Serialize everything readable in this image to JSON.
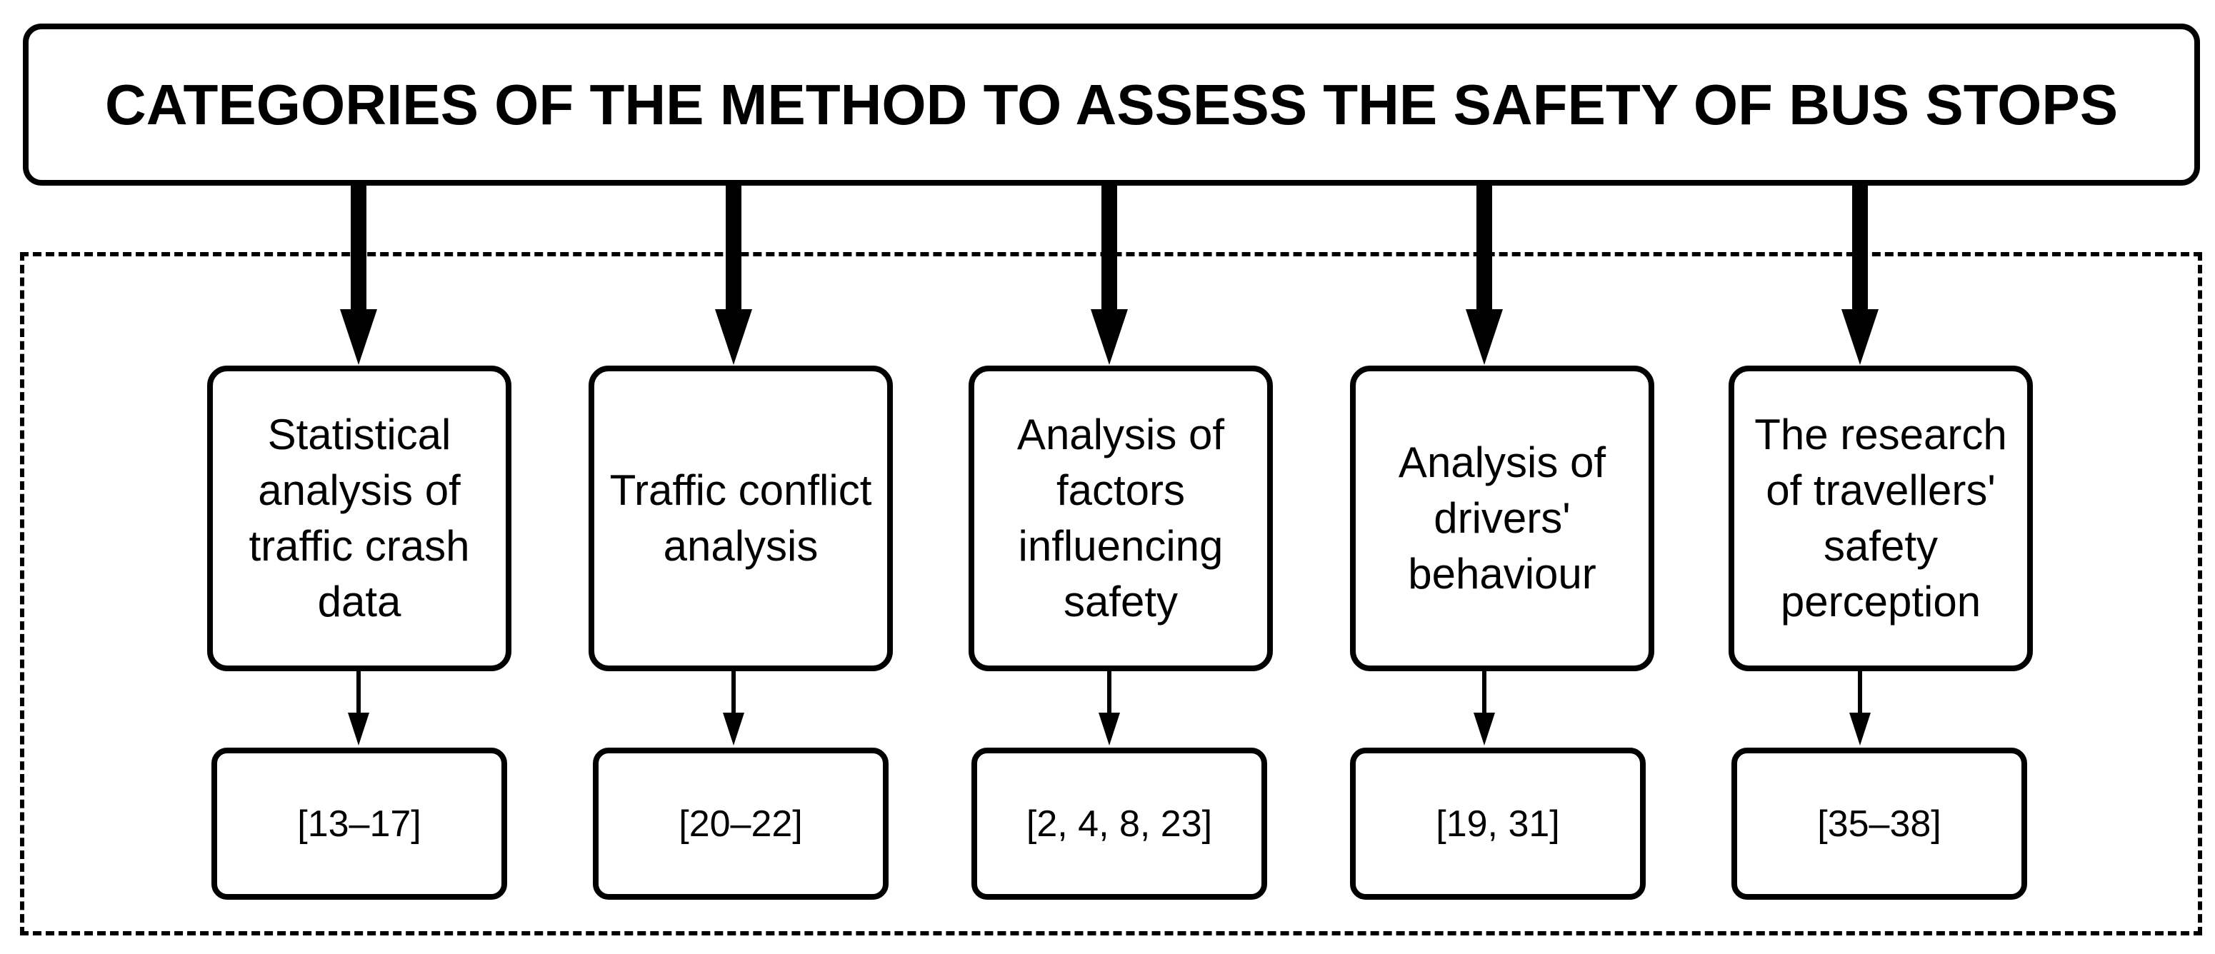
{
  "diagram": {
    "title": "CATEGORIES OF THE METHOD TO ASSESS THE SAFETY OF BUS STOPS",
    "colors": {
      "line": "#000000",
      "background": "#ffffff"
    },
    "columns": [
      {
        "category": "Statistical\nanalysis of\ntraffic crash\ndata",
        "references": "[13–17]"
      },
      {
        "category": "Traffic conflict\nanalysis",
        "references": "[20–22]"
      },
      {
        "category": "Analysis of\nfactors\ninfluencing\nsafety",
        "references": "[2, 4, 8, 23]"
      },
      {
        "category": "Analysis of\ndrivers'\nbehaviour",
        "references": "[19, 31]"
      },
      {
        "category": "The research\nof travellers'\nsafety\nperception",
        "references": "[35–38]"
      }
    ]
  }
}
